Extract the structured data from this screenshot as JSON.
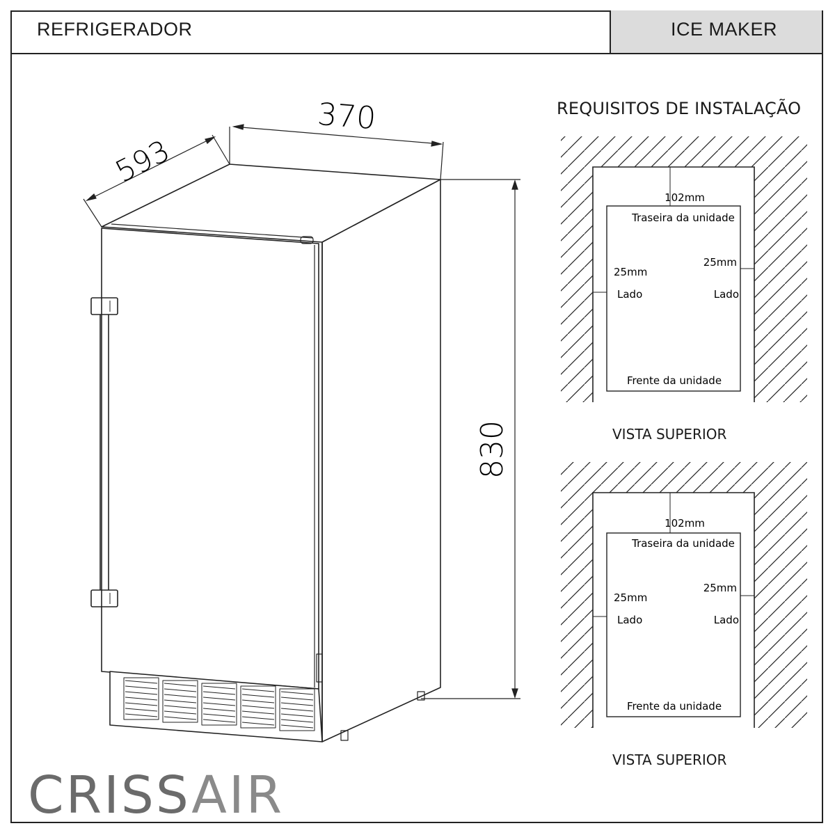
{
  "header": {
    "left_title": "REFRIGERADOR",
    "right_title": "ICE MAKER"
  },
  "dimensions": {
    "width": "370",
    "depth": "593",
    "height": "830"
  },
  "requirements": {
    "title": "REQUISITOS DE INSTALAÇÃO",
    "views": [
      {
        "back_gap": "102mm",
        "back_label": "Traseira da unidade",
        "left_gap": "25mm",
        "left_label": "Lado",
        "right_gap": "25mm",
        "right_label": "Lado",
        "front_label": "Frente da unidade",
        "caption": "VISTA SUPERIOR"
      },
      {
        "back_gap": "102mm",
        "back_label": "Traseira da unidade",
        "left_gap": "25mm",
        "left_label": "Lado",
        "right_gap": "25mm",
        "right_label": "Lado",
        "front_label": "Frente da unidade",
        "caption": "VISTA SUPERIOR"
      }
    ]
  },
  "brand": {
    "logo_text_a": "CRISS",
    "logo_text_b": "AIR"
  },
  "colors": {
    "line": "#222222",
    "header_accent": "#dcdcdc",
    "logo": "#6b6b6b"
  }
}
